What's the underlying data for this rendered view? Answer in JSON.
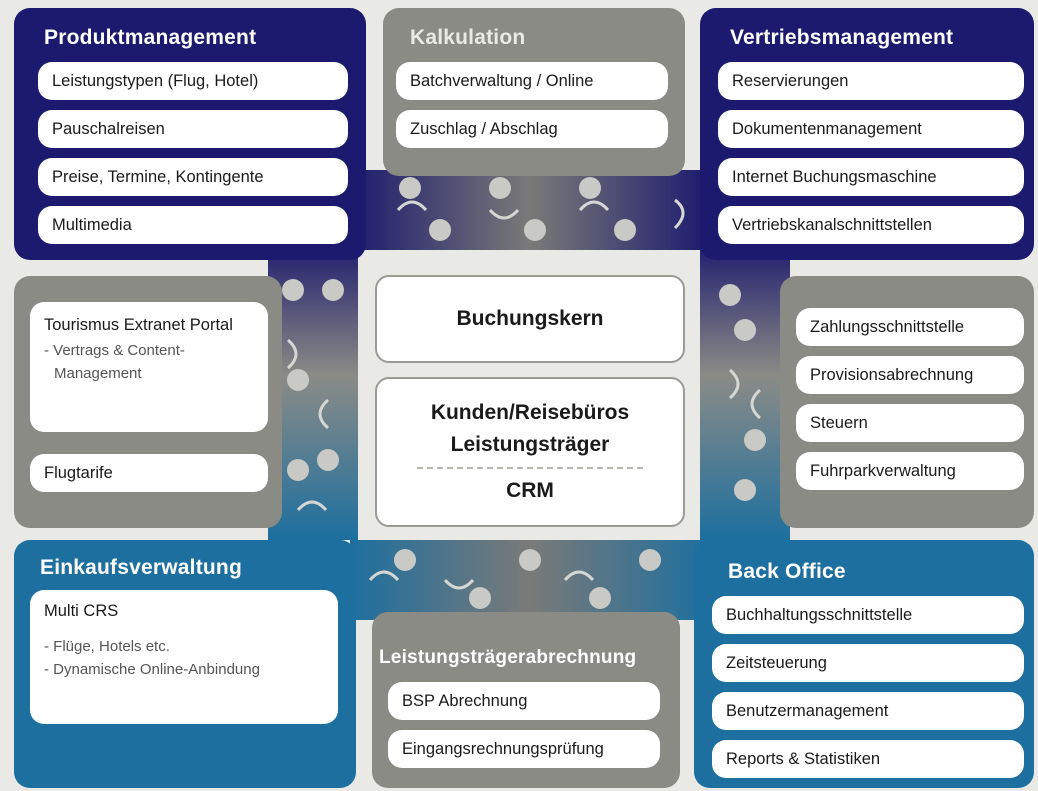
{
  "produktmanagement": {
    "title": "Produktmanagement",
    "items": [
      "Leistungstypen (Flug, Hotel)",
      "Pauschalreisen",
      "Preise, Termine, Kontingente",
      "Multimedia"
    ]
  },
  "kalkulation": {
    "title": "Kalkulation",
    "items": [
      "Batchverwaltung / Online",
      "Zuschlag / Abschlag"
    ]
  },
  "vertriebsmanagement": {
    "title": "Vertriebsmanagement",
    "items": [
      "Reservierungen",
      "Dokumentenmanagement",
      "Internet Buchungsmaschine",
      "Vertriebskanalschnittstellen"
    ]
  },
  "left_middle": {
    "portal_title": "Tourismus Extranet Portal",
    "portal_sub1": "- Vertrags & Content-",
    "portal_sub2": "Management",
    "flugtarife": "Flugtarife"
  },
  "center": {
    "buchungskern": "Buchungskern",
    "line1": "Kunden/Reisebüros",
    "line2": "Leistungsträger",
    "crm": "CRM"
  },
  "right_middle": {
    "items": [
      "Zahlungsschnittstelle",
      "Provisionsabrechnung",
      "Steuern",
      "Fuhrparkverwaltung"
    ]
  },
  "einkaufsverwaltung": {
    "title": "Einkaufsverwaltung",
    "card_title": "Multi CRS",
    "sub1": "- Flüge, Hotels etc.",
    "sub2": "- Dynamische Online-Anbindung"
  },
  "leistungstraeger": {
    "title": "Leistungsträgerabrechnung",
    "items": [
      "BSP Abrechnung",
      "Eingangsrechnungsprüfung"
    ]
  },
  "backoffice": {
    "title": "Back Office",
    "items": [
      "Buchhaltungsschnittstelle",
      "Zeitsteuerung",
      "Benutzermanagement",
      "Reports & Statistiken"
    ]
  },
  "colors": {
    "navy": "#1c1a6e",
    "grey": "#8b8b86",
    "blue": "#1d6f9f",
    "light_grey": "#b9b9b4"
  }
}
